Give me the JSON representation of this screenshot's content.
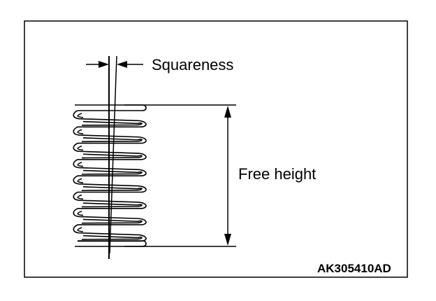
{
  "labels": {
    "squareness": "Squareness",
    "free_height": "Free height",
    "figure_code": "AK305410AD"
  },
  "colors": {
    "ink": "#000000",
    "background": "#ffffff"
  }
}
